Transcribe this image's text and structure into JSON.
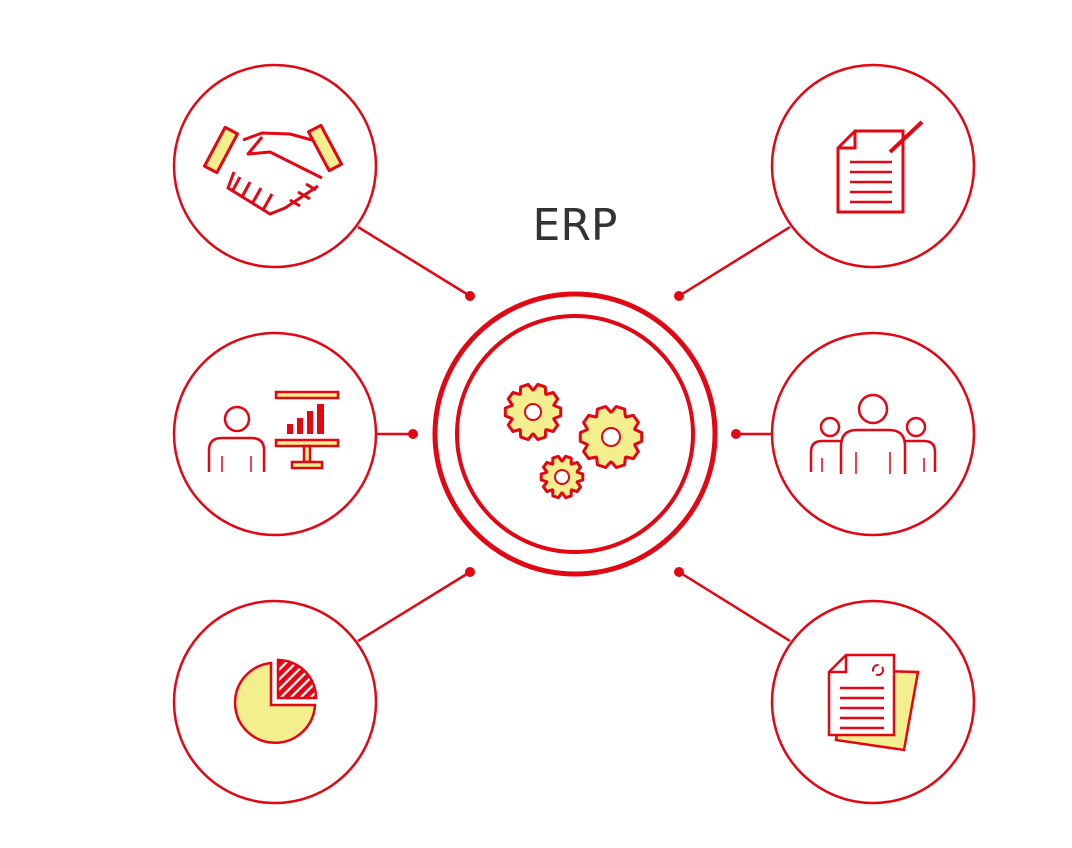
{
  "title": "ERP",
  "colors": {
    "accent": "#e30613",
    "fill": "#f4ef8e",
    "text": "#333333"
  },
  "center": {
    "icon": "gears-icon"
  },
  "nodes": [
    {
      "icon": "handshake-icon",
      "side": "left",
      "row": 0
    },
    {
      "icon": "document-edit-icon",
      "side": "right",
      "row": 0
    },
    {
      "icon": "presentation-chart-icon",
      "side": "left",
      "row": 1
    },
    {
      "icon": "team-icon",
      "side": "right",
      "row": 1
    },
    {
      "icon": "pie-chart-icon",
      "side": "left",
      "row": 2
    },
    {
      "icon": "document-sync-icon",
      "side": "right",
      "row": 2
    }
  ]
}
